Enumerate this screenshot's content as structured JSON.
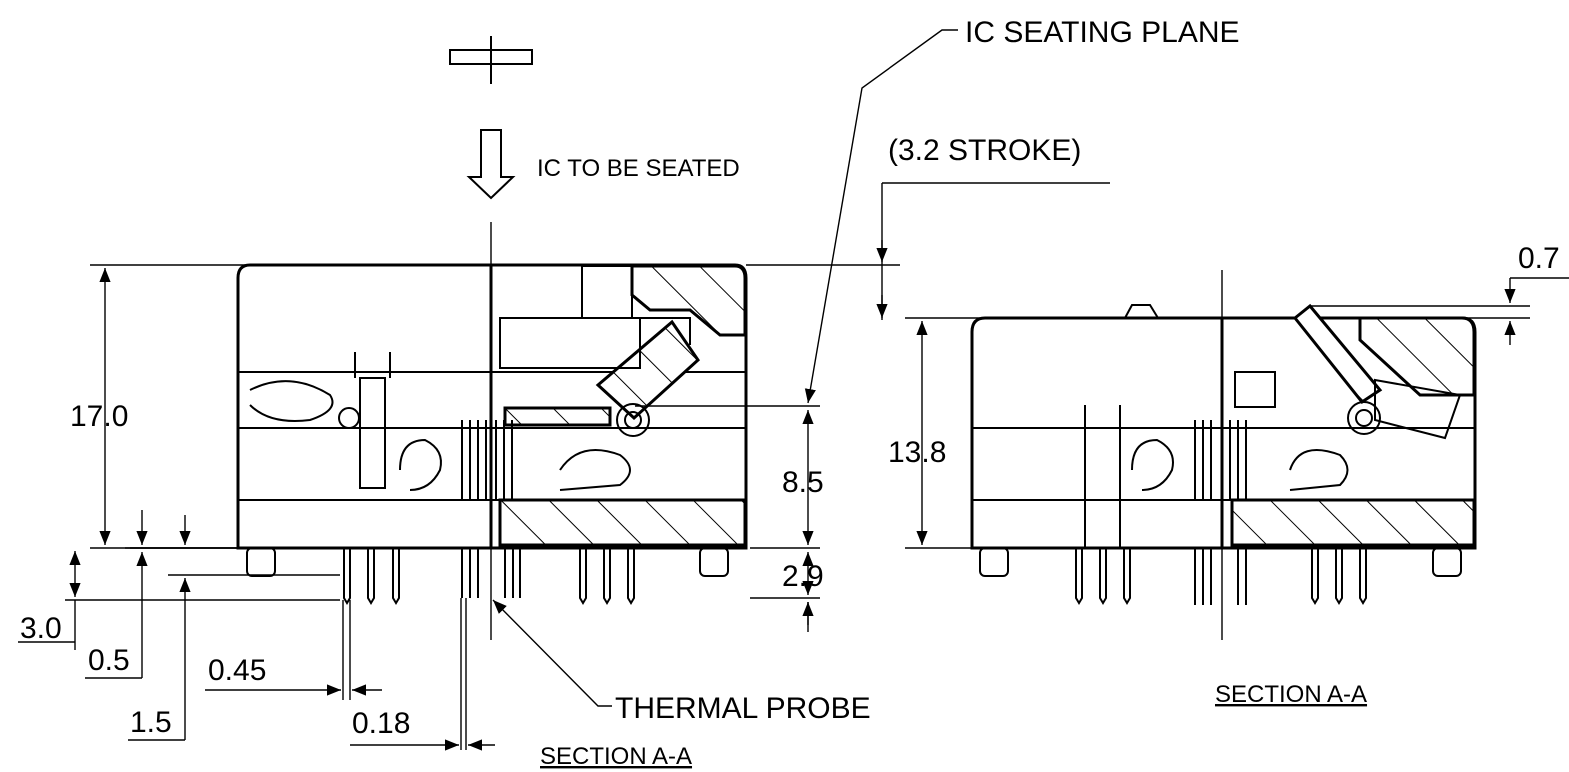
{
  "annotations": {
    "ic_seating_plane": "IC SEATING PLANE",
    "stroke": "(3.2 STROKE)",
    "ic_to_be_seated": "IC TO BE SEATED",
    "thermal_probe": "THERMAL PROBE",
    "section_left": "SECTION A-A",
    "section_right": "SECTION A-A"
  },
  "dimensions": {
    "d_17_0": "17.0",
    "d_8_5": "8.5",
    "d_2_9": "2.9",
    "d_3_0": "3.0",
    "d_0_5": "0.5",
    "d_1_5": "1.5",
    "d_0_45": "0.45",
    "d_0_18": "0.18",
    "d_13_8": "13.8",
    "d_0_7": "0.7"
  }
}
